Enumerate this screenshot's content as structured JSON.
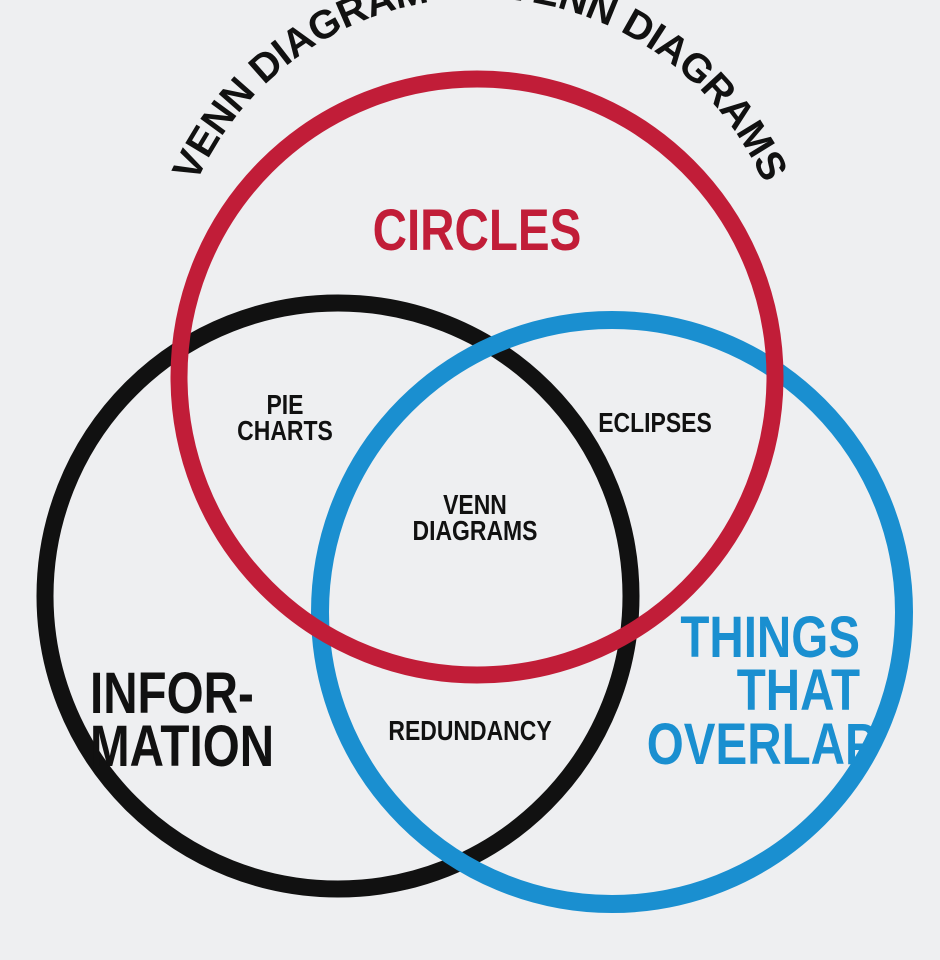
{
  "title": "VENN DIAGRAM OF VENN DIAGRAMS",
  "sets": [
    {
      "id": "circles",
      "label_lines": [
        "CIRCLES"
      ],
      "color": "#c11d38"
    },
    {
      "id": "information",
      "label_lines": [
        "INFOR-",
        "MATION"
      ],
      "color": "#111111"
    },
    {
      "id": "overlap",
      "label_lines": [
        "THINGS",
        "THAT",
        "OVERLAP"
      ],
      "color": "#1a8fd0"
    }
  ],
  "intersections": {
    "circles_information": [
      "PIE",
      "CHARTS"
    ],
    "circles_overlap": [
      "ECLIPSES"
    ],
    "information_overlap": [
      "REDUNDANCY"
    ],
    "all_three": [
      "VENN",
      "DIAGRAMS"
    ]
  }
}
